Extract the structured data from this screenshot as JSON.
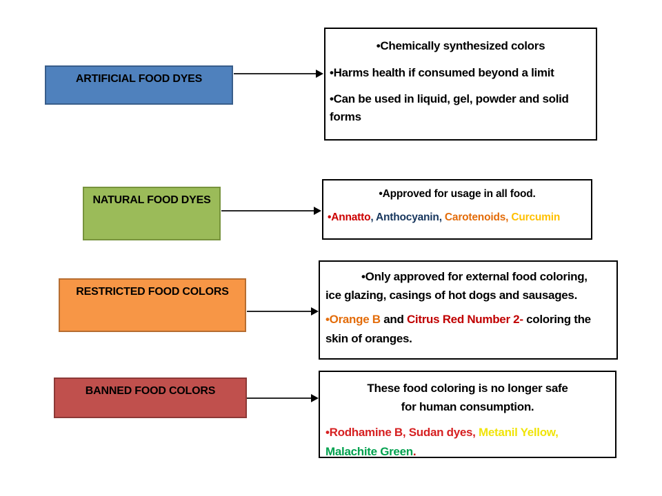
{
  "rows": [
    {
      "label": "ARTIFICIAL FOOD DYES",
      "box_fill": "#4f81bd",
      "box_border": "#385d8a",
      "paragraphs": [
        {
          "segments": [
            {
              "text": "•Chemically synthesized colors",
              "color": "#000000"
            }
          ]
        },
        {
          "segments": [
            {
              "text": "•Harms health if consumed beyond a limit",
              "color": "#000000"
            }
          ]
        },
        {
          "segments": [
            {
              "text": "•Can be used in liquid, gel, powder and solid forms",
              "color": "#000000"
            }
          ]
        }
      ]
    },
    {
      "label": "NATURAL FOOD DYES",
      "box_fill": "#9bbb59",
      "box_border": "#77933c",
      "paragraphs": [
        {
          "segments": [
            {
              "text": "•Approved for usage in all food.",
              "color": "#000000"
            }
          ]
        },
        {
          "segments": [
            {
              "text": "•Annatto",
              "color": "#cc0000"
            },
            {
              "text": ", ",
              "color": "#17365d"
            },
            {
              "text": "Anthocyanin",
              "color": "#17365d"
            },
            {
              "text": ", ",
              "color": "#17365d"
            },
            {
              "text": "Carotenoids",
              "color": "#e36c0a"
            },
            {
              "text": ", ",
              "color": "#e36c0a"
            },
            {
              "text": "Curcumin",
              "color": "#ffc000"
            }
          ]
        }
      ]
    },
    {
      "label": "RESTRICTED FOOD COLORS",
      "box_fill": "#f79646",
      "box_border": "#b66d31",
      "paragraphs": [
        {
          "segments": [
            {
              "text": "•Only approved for external food coloring, ice glazing, casings of hot dogs and sausages.",
              "color": "#000000"
            }
          ]
        },
        {
          "segments": [
            {
              "text": "•Orange B",
              "color": "#e36c0a"
            },
            {
              "text": " and ",
              "color": "#000000"
            },
            {
              "text": "Citrus Red Number 2-",
              "color": "#c00000"
            },
            {
              "text": " coloring the skin of oranges.",
              "color": "#000000"
            }
          ]
        }
      ]
    },
    {
      "label": "BANNED FOOD COLORS",
      "box_fill": "#c0504d",
      "box_border": "#8c3836",
      "paragraphs": [
        {
          "segments": [
            {
              "text": "These food coloring is no longer safe for human consumption.",
              "color": "#000000"
            }
          ]
        },
        {
          "segments": [
            {
              "text": "•Rodhamine B, Sudan dyes,",
              "color": "#d62021"
            },
            {
              "text": " Metanil Yellow,",
              "color": "#f0e409"
            },
            {
              "text": " Malachite Green",
              "color": "#00a14e"
            },
            {
              "text": ".",
              "color": "#c00000"
            }
          ]
        }
      ]
    }
  ]
}
